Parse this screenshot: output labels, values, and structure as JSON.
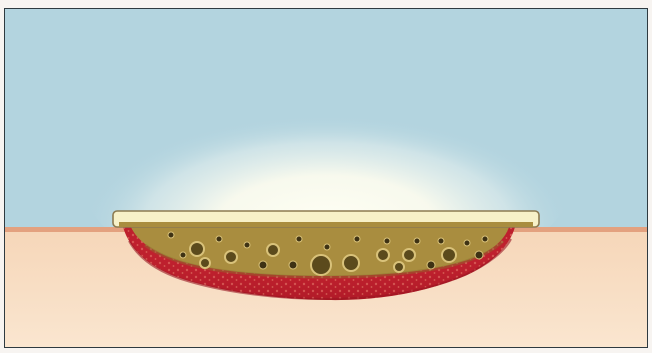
{
  "figure": {
    "subject": "dressing-on-wound-cross-section",
    "colors": {
      "sky": "#b3d4df",
      "glow": "#fffff2",
      "skin": "#f7dcc0",
      "skin_edge": "#e3a17f",
      "dressing_layer": "#f7f1c8",
      "dressing_outline": "#8c7a50",
      "absorbent_fill": "#a98d3f",
      "wound_bed": "#c71f2d",
      "wound_dark": "#9a1522",
      "frame_border": "#2e3a40"
    },
    "elements": [
      {
        "name": "sky-background"
      },
      {
        "name": "light-glow"
      },
      {
        "name": "skin-layer"
      },
      {
        "name": "wound-cavity"
      },
      {
        "name": "absorbent-matrix"
      },
      {
        "name": "dressing-backing-layer"
      },
      {
        "name": "absorption-particles"
      }
    ]
  }
}
